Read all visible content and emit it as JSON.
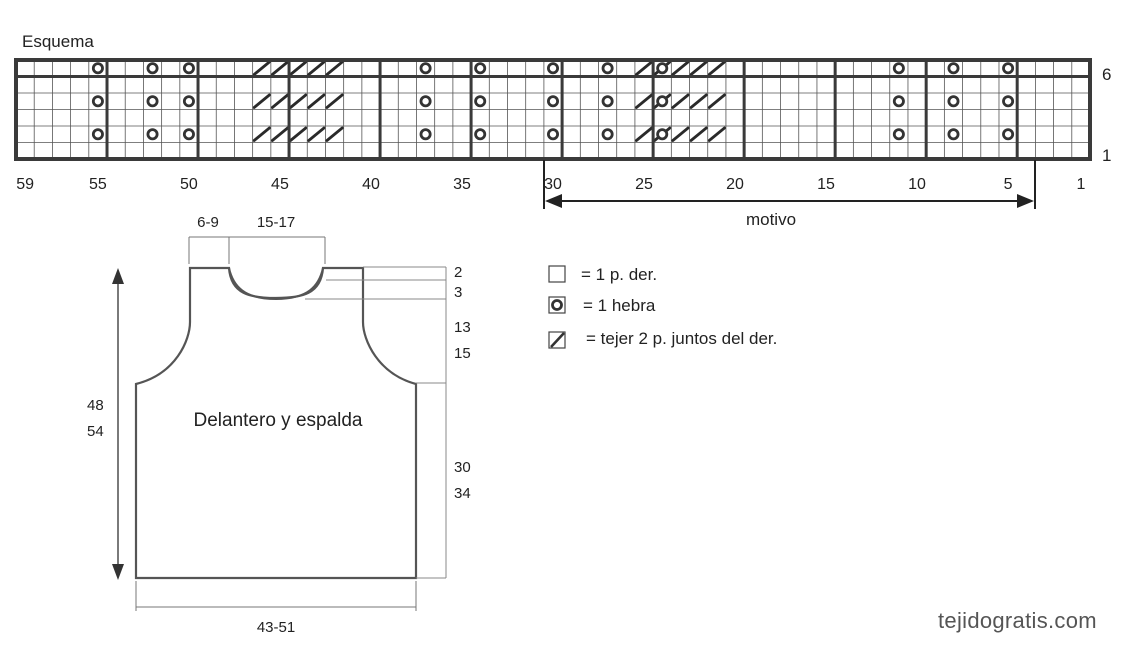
{
  "chart": {
    "title": "Esquema",
    "stitch_count": 59,
    "row_count": 6,
    "row_labels": [
      "6",
      "1"
    ],
    "stitch_labels": [
      "59",
      "55",
      "50",
      "45",
      "40",
      "35",
      "30",
      "25",
      "20",
      "15",
      "10",
      "5",
      "1"
    ],
    "motif_label": "motivo",
    "motif_from_stitch": 30,
    "motif_to_stitch": 5,
    "yarnover_rows": [
      2,
      4,
      6
    ],
    "yarnover_stitches": [
      55,
      52,
      50,
      37,
      34,
      30,
      27,
      24,
      11,
      8,
      5
    ],
    "decrease_rows": [
      2,
      4,
      6
    ],
    "decrease_stitches": [
      46,
      45,
      44,
      43,
      42,
      25,
      24,
      23,
      22,
      21
    ]
  },
  "legend": {
    "items": [
      {
        "symbol": "knit-square-icon",
        "text": "= 1 p. der."
      },
      {
        "symbol": "yarnover-circle-icon",
        "text": "= 1 hebra"
      },
      {
        "symbol": "k2tog-slash-icon",
        "text": "= tejer 2 p. juntos del der."
      }
    ]
  },
  "schematic": {
    "piece_label": "Delantero y espalda",
    "shoulder_width": "6-9",
    "neck_width": "15-17",
    "neck_depth_back": "2",
    "neck_depth_front": "3",
    "armhole_height": [
      "13",
      "15"
    ],
    "total_length": [
      "48",
      "54"
    ],
    "body_length": [
      "30",
      "34"
    ],
    "width": "43-51"
  },
  "site": {
    "watermark": "tejidogratis.com"
  }
}
